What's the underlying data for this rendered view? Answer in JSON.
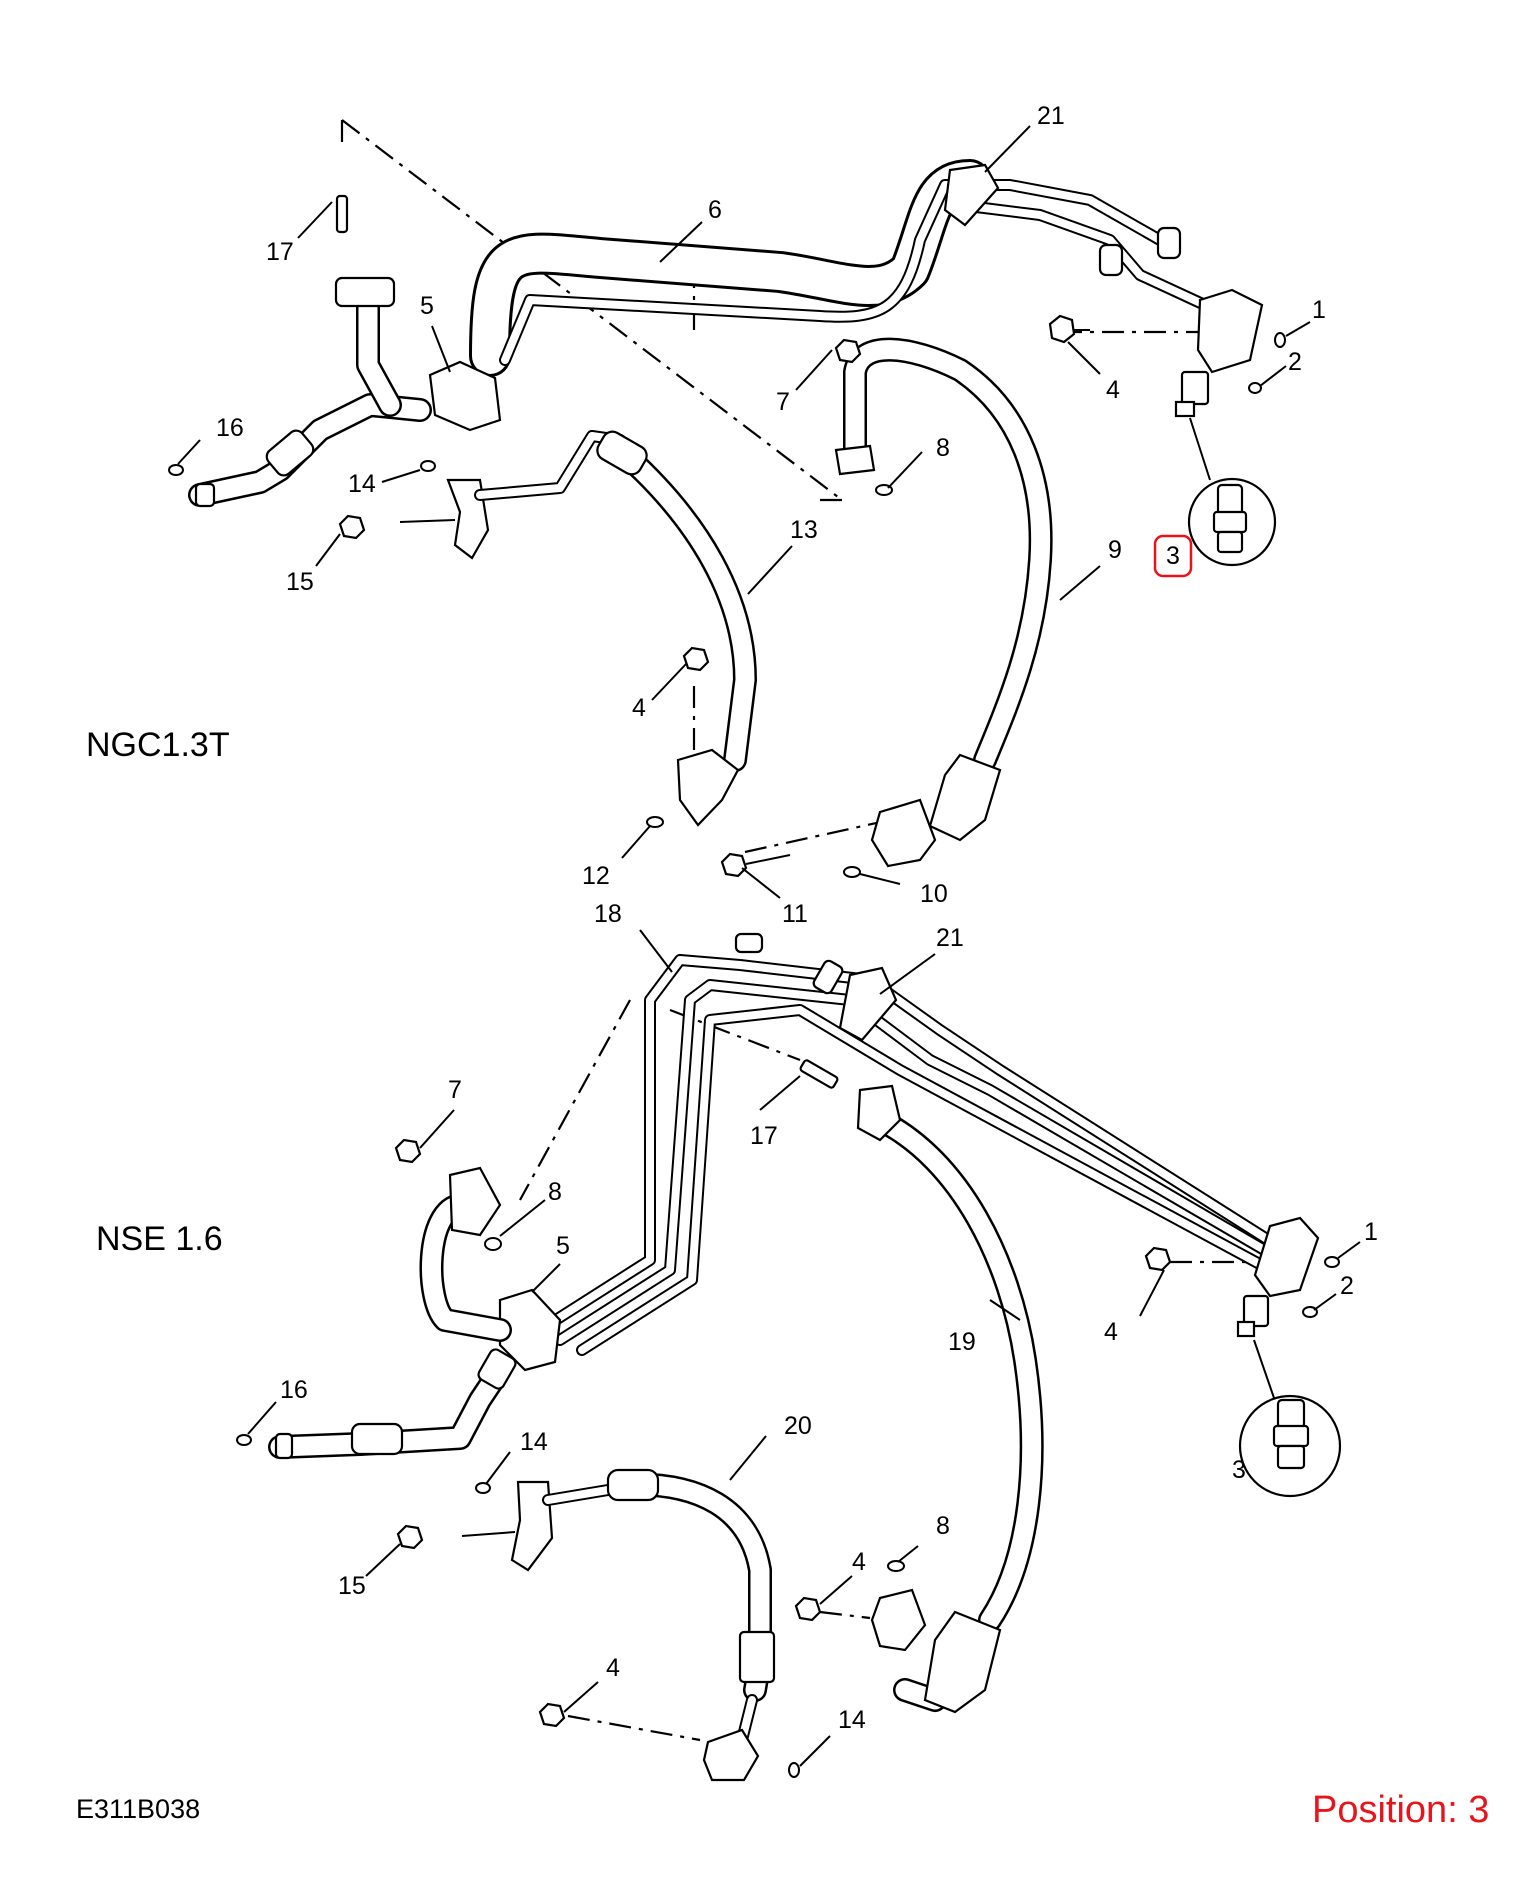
{
  "diagram": {
    "reference_code": "E311B038",
    "position_label": "Position: 3",
    "highlight_color": "#e8141c",
    "highlighted_callout": "3",
    "variants": {
      "upper": "NGC1.3T",
      "lower": "NSE 1.6"
    },
    "upper_callouts": {
      "c1": "1",
      "c2": "2",
      "c3": "3",
      "c4a": "4",
      "c4b": "4",
      "c5": "5",
      "c6": "6",
      "c7": "7",
      "c8": "8",
      "c9": "9",
      "c10": "10",
      "c11": "11",
      "c12": "12",
      "c13": "13",
      "c14": "14",
      "c15": "15",
      "c16": "16",
      "c17": "17",
      "c21": "21"
    },
    "lower_callouts": {
      "c1": "1",
      "c2": "2",
      "c3": "3",
      "c4a": "4",
      "c4b": "4",
      "c4c": "4",
      "c5": "5",
      "c7": "7",
      "c8a": "8",
      "c8b": "8",
      "c14a": "14",
      "c14b": "14",
      "c15": "15",
      "c16": "16",
      "c17": "17",
      "c18": "18",
      "c19": "19",
      "c20": "20",
      "c21": "21"
    }
  }
}
